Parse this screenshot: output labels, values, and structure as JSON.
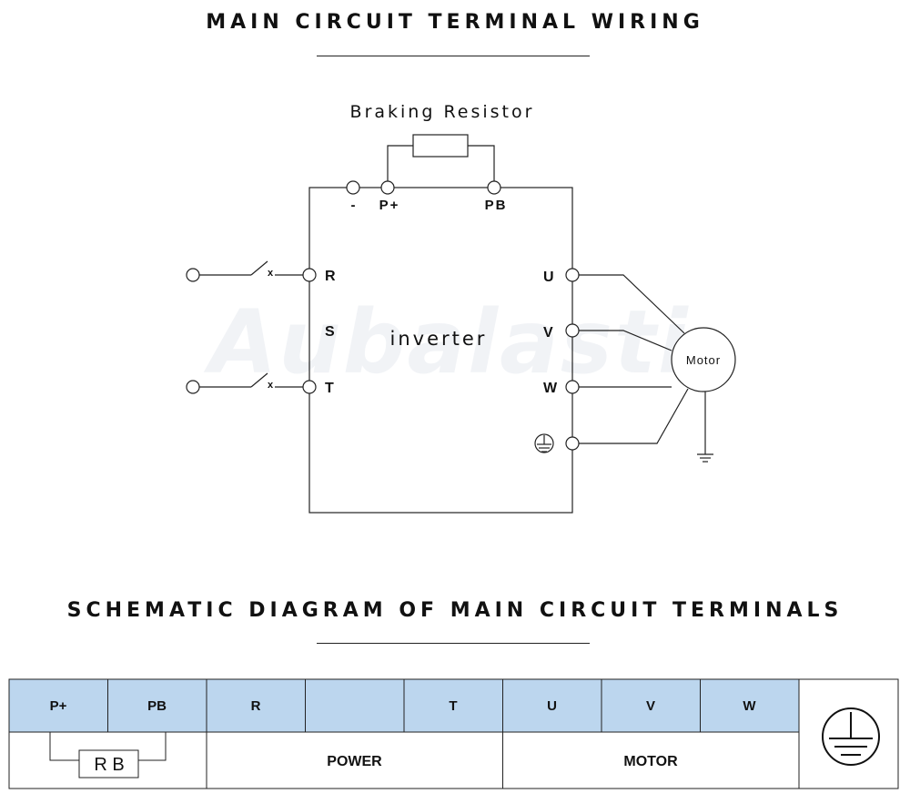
{
  "titles": {
    "wiring": "MAIN CIRCUIT TERMINAL WIRING",
    "schematic": "SCHEMATIC DIAGRAM OF MAIN CIRCUIT TERMINALS"
  },
  "wiring": {
    "braking_resistor": "Braking Resistor",
    "inverter": "inverter",
    "motor": "Motor",
    "dc_minus": "-",
    "dc_plus": "P+",
    "brake": "PB",
    "inputs": [
      "R",
      "S",
      "T"
    ],
    "outputs": [
      "U",
      "V",
      "W"
    ],
    "switch_mark": "x"
  },
  "schematic": {
    "terminals": [
      "P+",
      "PB",
      "R",
      "",
      "T",
      "U",
      "V",
      "W"
    ],
    "rb_label": "R B",
    "power_label": "POWER",
    "motor_label": "MOTOR"
  },
  "watermark": "Aubalasti",
  "colors": {
    "terminal_fill": "#bcd6ee",
    "line": "#222222"
  }
}
